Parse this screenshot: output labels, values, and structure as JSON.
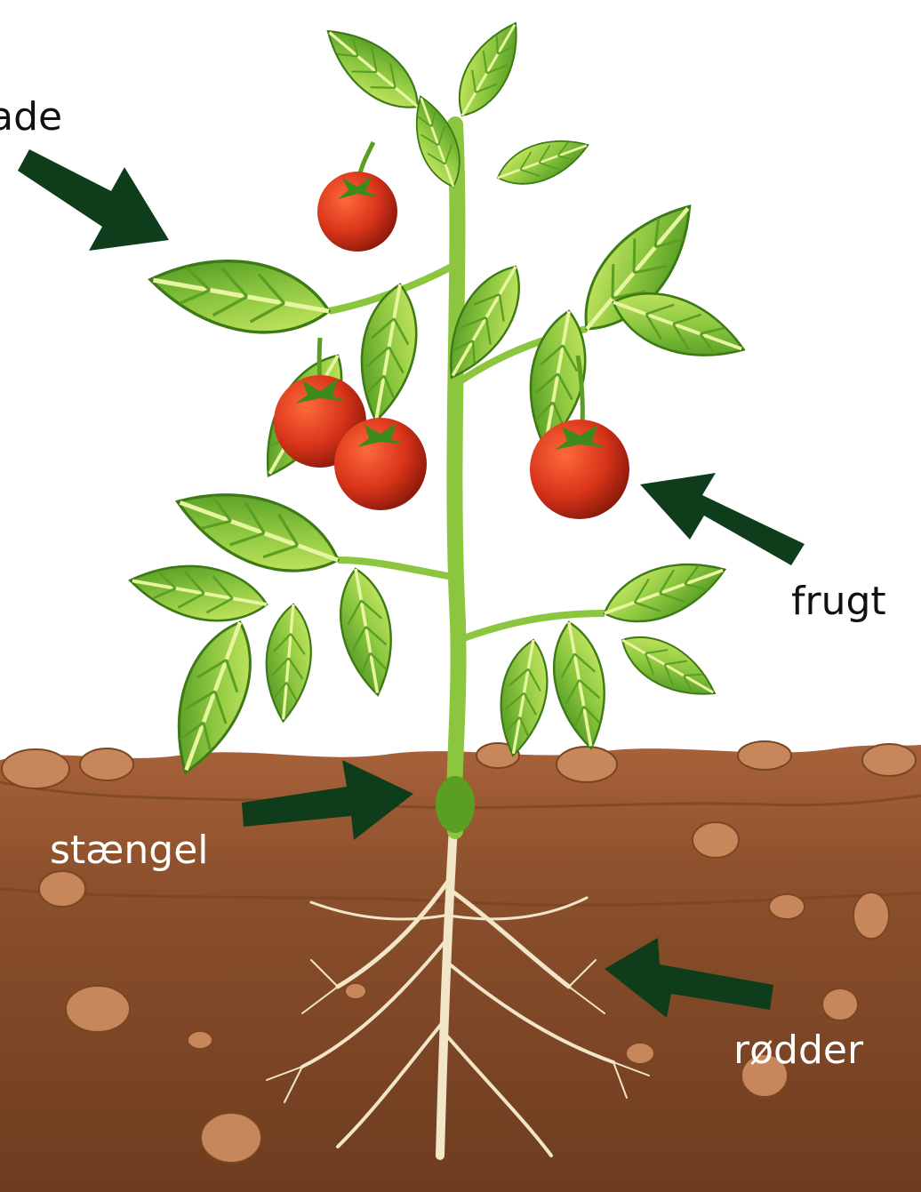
{
  "labels": {
    "leaf": "blade",
    "fruit": "frugt",
    "stem": "stængel",
    "roots": "rødder"
  },
  "colors": {
    "arrow": "#0f3d1c",
    "leaf": "#7fbf2a",
    "leaf_light": "#c6e85a",
    "leaf_dark": "#3d8a1a",
    "stem": "#8cc63f",
    "tomato": "#d8341a",
    "soil": "#8a4f2a",
    "soil_light": "#b06a3a",
    "soil_dark": "#6a3a1e",
    "root": "#f2e6c8",
    "stone": "#c8875a",
    "label_dark": "#111111",
    "label_light": "#ffffff"
  },
  "icons": {
    "plant": "tomato-plant-illustration",
    "arrow": "arrow-icon"
  }
}
